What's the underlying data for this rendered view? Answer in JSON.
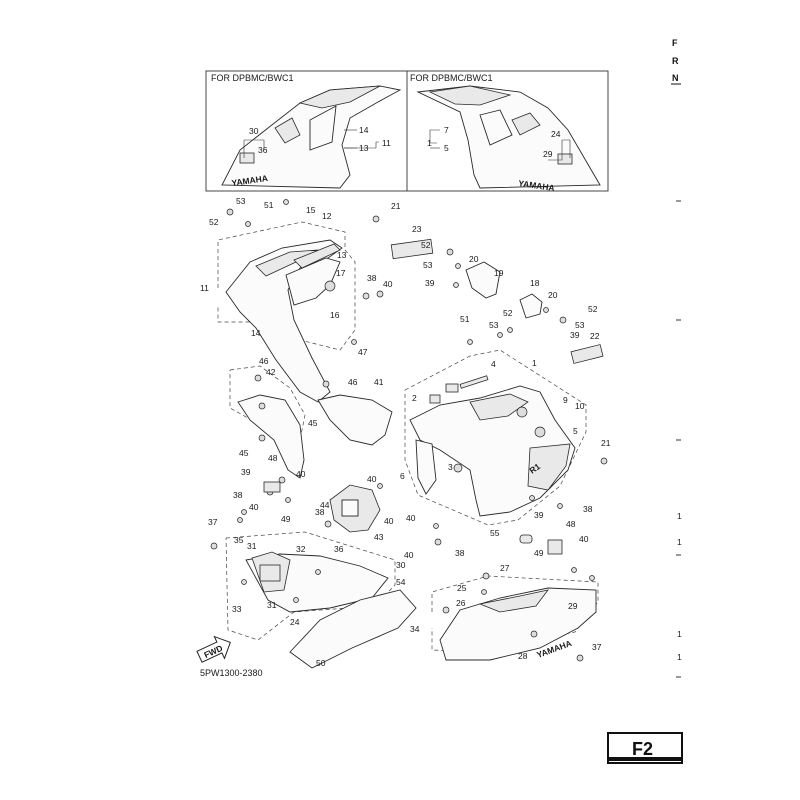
{
  "side_header": [
    "F",
    "R",
    "N"
  ],
  "insets": {
    "left_title": "FOR DPBMC/BWC1",
    "right_title": "FOR DPBMC/BWC1",
    "left_logo": "YAMAHA",
    "right_logo": "YAMAHA",
    "left_labels": [
      "30",
      "36",
      "14",
      "13",
      "11"
    ],
    "right_labels": [
      "7",
      "1",
      "5",
      "24",
      "29"
    ]
  },
  "main_labels": [
    "51",
    "53",
    "52",
    "15",
    "12",
    "21",
    "23",
    "13",
    "11",
    "17",
    "52",
    "53",
    "38",
    "40",
    "16",
    "20",
    "19",
    "39",
    "18",
    "20",
    "52",
    "14",
    "51",
    "53",
    "52",
    "53",
    "22",
    "47",
    "39",
    "46",
    "42",
    "46",
    "41",
    "1",
    "4",
    "9",
    "10",
    "2",
    "5",
    "45",
    "21",
    "45",
    "6",
    "3",
    "48",
    "39",
    "40",
    "38",
    "40",
    "44",
    "40",
    "49",
    "40",
    "38",
    "37",
    "40",
    "43",
    "39",
    "48",
    "40",
    "38",
    "38",
    "55",
    "40",
    "36",
    "30",
    "49",
    "27",
    "35",
    "31",
    "32",
    "25",
    "54",
    "26",
    "29",
    "33",
    "31",
    "34",
    "24",
    "28",
    "50",
    "37"
  ],
  "figure_code": "5PW1300-2380",
  "fwd_label": "FWD",
  "main_logo": "YAMAHA",
  "sheet_badge": "F2",
  "right_margin_marks": [
    "1",
    "1",
    "1",
    "1"
  ]
}
